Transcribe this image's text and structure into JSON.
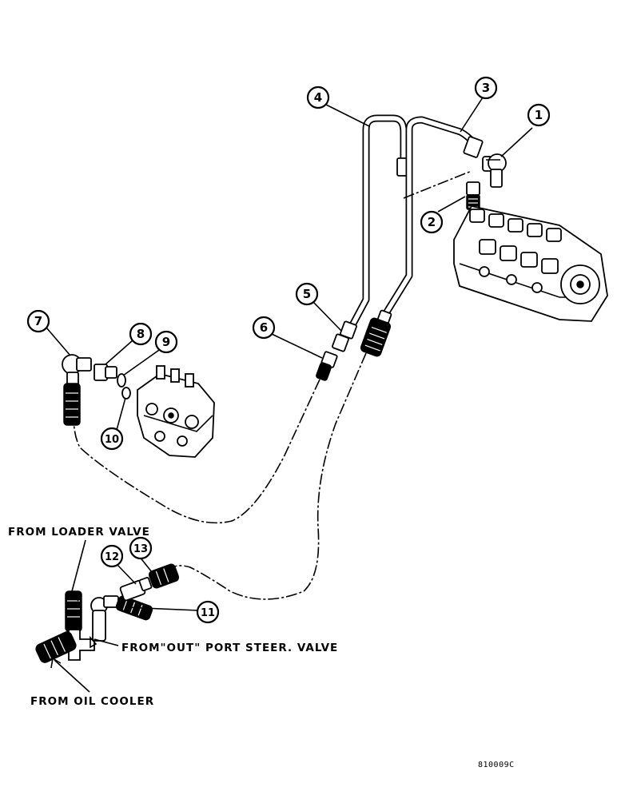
{
  "callouts": {
    "c1": "1",
    "c2": "2",
    "c3": "3",
    "c4": "4",
    "c5": "5",
    "c6": "6",
    "c7": "7",
    "c8": "8",
    "c9": "9",
    "c10": "10",
    "c11": "11",
    "c12": "12",
    "c13": "13"
  },
  "labels": {
    "from_loader_valve": "FROM LOADER VALVE",
    "from_out_port_steer_valve": "FROM\"OUT\" PORT STEER. VALVE",
    "from_oil_cooler": "FROM OIL COOLER"
  },
  "figure_id": "810009C"
}
